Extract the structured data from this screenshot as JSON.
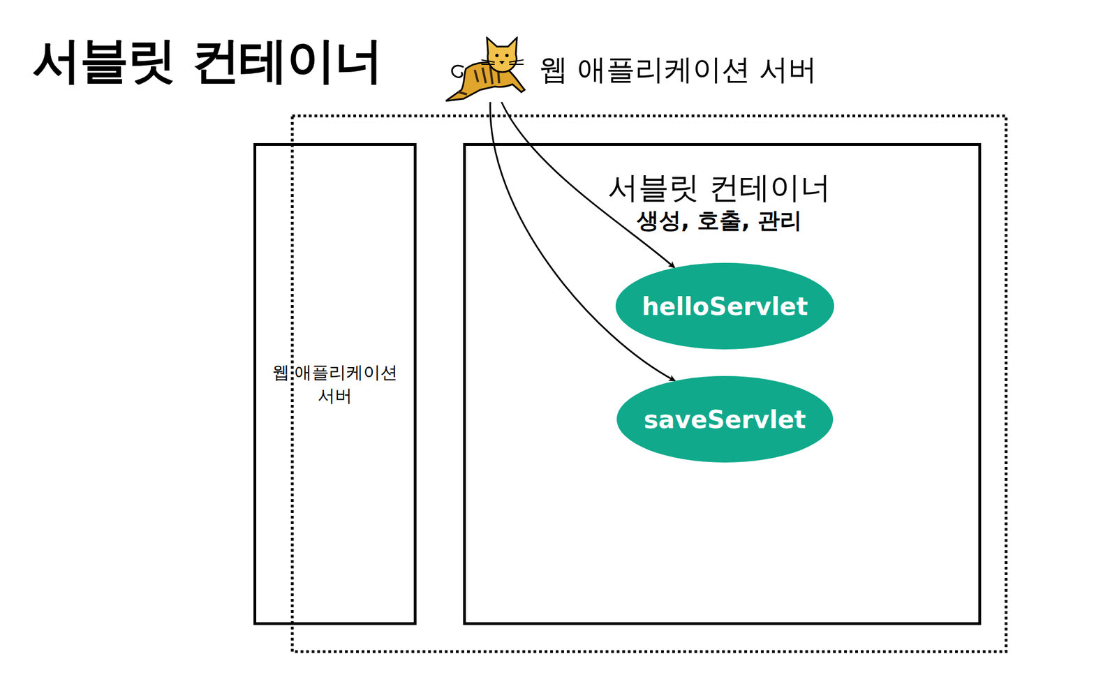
{
  "diagram": {
    "title": "서블릿 컨테이너",
    "nodes": [
      {
        "text": [
          "웹 애플리케이션 서버"
        ]
      },
      {
        "text": [
          "웹 애플리케이션 서버"
        ]
      },
      {
        "text": [
          "서블릿 컨테이너",
          "생성, 호출, 관리"
        ]
      },
      {
        "text": [
          "helloServlet"
        ],
        "in": 2
      },
      {
        "text": [
          "saveServlet"
        ],
        "in": 2
      }
    ],
    "edges": [
      {
        "from": 0,
        "to": 3,
        "arrow": "to"
      },
      {
        "from": 0,
        "to": 4,
        "arrow": "to"
      }
    ]
  }
}
